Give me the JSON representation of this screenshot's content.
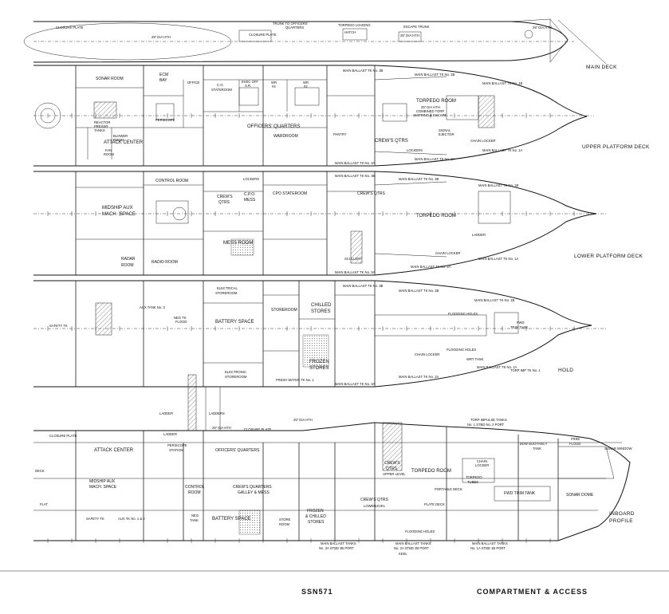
{
  "footer": {
    "hull_number": "SSN571",
    "sheet_title": "COMPARTMENT & ACCESS"
  },
  "decks": {
    "main": "MAIN DECK",
    "upper": "UPPER PLATFORM DECK",
    "lower": "LOWER PLATFORM DECK",
    "hold": "HOLD",
    "inboard": [
      "INBOARD",
      "PROFILE"
    ]
  },
  "main_deck": {
    "closure_plate": "CLOSURE PLATE",
    "closure_plate_2": "CLOSURE PLATE",
    "trunk_to_officers": [
      "TRUNK TO OFFICERS'",
      "QUARTERS"
    ],
    "hatch_25": "25\" DIA HTH",
    "torpedo_loading": [
      "TORPEDO LOADING",
      "HATCH"
    ],
    "escape_trunk": [
      "ESCAPE TRUNK",
      "25\" DIA HTH"
    ],
    "hatch_fwd": "25\" DIA HTH"
  },
  "upper_deck": {
    "sonar_room": "SONAR ROOM",
    "ecm_bay": [
      "ECM",
      "BAY"
    ],
    "office": "OFFICE",
    "co_stateroom": [
      "C.O.",
      "STATEROOM"
    ],
    "exec_off_sr": [
      "EXEC OFF",
      "S.R."
    ],
    "wr_4": [
      "WR",
      "#4"
    ],
    "wr_2": [
      "WR",
      "#2"
    ],
    "reactor_pressure": [
      "REACTOR",
      "PRESSR",
      "TANKS"
    ],
    "blower_room": [
      "BLOWER",
      "ROOM"
    ],
    "periscope": "PERISCOPE",
    "attack_center": "ATTACK CENTER",
    "fan_room": [
      "FAN",
      "ROOM"
    ],
    "officers_quarters": "OFFICERS' QUARTERS",
    "wardroom": "WARDROOM",
    "pantry": "PANTRY",
    "torpedo_room": "TORPEDO ROOM",
    "torpedo_note": [
      "25\" DIA HTH",
      "COMBINED TORP",
      "SHIPPING & ESCAPE"
    ],
    "crews_qtrs": "CREW'S QTRS",
    "lockers": "LOCKERS",
    "signal_ejector": [
      "SIGNAL",
      "EJECTOR"
    ],
    "chain_locker": "CHAIN LOCKER",
    "mbt_3b": "MAIN BALLAST TK No. 3B",
    "mbt_2b": "MAIN BALLAST TK No. 2B",
    "mbt_1b": "MAIN BALLAST TK No. 1B",
    "mbt_3a": "MAIN BALLAST TK No. 3A",
    "mbt_2a": "MAIN BALLAST TK No. 2A",
    "mbt_1a": "MAIN BALLAST TK No. 1A"
  },
  "lower_deck": {
    "control_room": "CONTROL ROOM",
    "mdship_aux": [
      "MIDSHIP AUX",
      "MACH",
      "SPACE"
    ],
    "radar_room": [
      "RADAR",
      "ROOM"
    ],
    "radio_room": "RADIO ROOM",
    "crews_qtrs": [
      "CREW'S",
      "QTRS"
    ],
    "cpo_mess": [
      "C.P.O.",
      "MESS"
    ],
    "cpo_stateroom": "CPO STATEROOM",
    "mess_room": "MESS ROOM",
    "crews_qtrs_2": "CREW'S QTRS",
    "lockers": "LOCKERS",
    "torpedo_room": "TORPEDO ROOM",
    "ladder": "LADDER",
    "chain_locker": "CHAIN LOCKER",
    "scullery": "SCULLERY",
    "mbt_3b": "MAIN BALLAST TK No. 3B",
    "mbt_2b": "MAIN BALLAST TK No. 2B",
    "mbt_1b": "MAIN BALLAST TK No. 1B",
    "mbt_3a": "MAIN BALLAST TK No. 3A",
    "mbt_2a": "MAIN BALLAST TK No. 2A",
    "mbt_1a": "MAIN BALLAST TK No. 1A"
  },
  "hold": {
    "safety_tk": "SAFETY TK",
    "aux_tank": "AUX TANK No. 3",
    "neg_tk": [
      "NEG TK",
      "FLOOD"
    ],
    "battery_space": "BATTERY SPACE",
    "elec_storeroom": [
      "ELECTRICAL",
      "STOREROOM"
    ],
    "storeroom": "STOREROOM",
    "chilled_stores": [
      "CHILLED",
      "STORES"
    ],
    "frozen_stores": [
      "FROZEN",
      "STORES"
    ],
    "electronic_storeroom": [
      "ELECTRONIC",
      "STOREROOM"
    ],
    "fresh_water": "FRESH WATER TK No. 1",
    "flooding_holes": "FLOODING HOLES",
    "chain_locker": "CHAIN LOCKER",
    "wrt_tank": "WRT TANK",
    "fwd_trim_tank": [
      "FWD",
      "TRIM TANK"
    ],
    "torp_imp_tk": "TORP IMP TK No. 1",
    "mbt_3b": "MAIN BALLAST TK No. 3B",
    "mbt_2b": "MAIN BALLAST TK No. 2B",
    "mbt_1b": "MAIN BALLAST TK No. 1B",
    "mbt_3a": "MAIN BALLAST TK No. 3A",
    "mbt_2a": "MAIN BALLAST TK No. 2A",
    "mbt_1a": "MAIN BALLAST TK No. 1A",
    "ladder": "LADDER"
  },
  "profile": {
    "closure_plate": "CLOSURE PLATE",
    "closure_plate_2": "CLOSURE PLATE",
    "hatch_a": "25\" DIA HTH",
    "hatch_b": "25\" DIA HTH",
    "attack_center": "ATTACK CENTER",
    "periscope_station": [
      "PERISCOPE",
      "STATION"
    ],
    "officers_quarters": "OFFICERS' QUARTERS",
    "mdship_aux": [
      "MIDSHIP AUX",
      "MACH. SPACE"
    ],
    "control_room": [
      "CONTROL",
      "ROOM"
    ],
    "crews_quarters": [
      "CREW'S QUARTERS",
      "GALLEY & MESS"
    ],
    "battery_space": "BATTERY SPACE",
    "storeroom": [
      "STORE",
      "ROOM"
    ],
    "frozen_chilled": [
      "FROZEN",
      "& CHILLED",
      "STORES"
    ],
    "crews_qtrs_lower": [
      "CREW'S QTRS",
      "LOWER",
      "LEVEL"
    ],
    "crews_qtrs_upper": [
      "CREW'S",
      "QTRS",
      "UPPER LEVEL"
    ],
    "torpedo_room": "TORPEDO ROOM",
    "torpedo_tubes": [
      "TORPEDO",
      "TUBES"
    ],
    "portable_deck": "PORTABLE DECK",
    "chain_locker": [
      "CHAIN",
      "LOCKER"
    ],
    "fwd_trim_tank": "FWD TRIM TANK",
    "sonar_dome": "SONAR DOME",
    "free_flood": [
      "FREE",
      "FLOOD"
    ],
    "bow_buoyancy": [
      "BOW BUOYANCY",
      "TANK"
    ],
    "sonar_window": "SONAR WINDOW",
    "torp_impulse": [
      "TORP IMPULSE TANKS",
      "No. 1 STBD  No. 2 PORT"
    ],
    "safety_tk": "SAFETY TK",
    "aux_tk": "AUX TK No. 1 & 2",
    "neg_tank": [
      "NEG",
      "TANK"
    ],
    "mbt_3": [
      "MAIN BALLAST TANKS",
      "No. 3A STBD  3B PORT"
    ],
    "mbt_2": [
      "MAIN BALLAST TANKS",
      "No. 2A STBD  2B PORT"
    ],
    "mbt_1": [
      "MAIN BALLAST TANKS",
      "No. 1A STBD  1B PORT"
    ],
    "flooding_holes": "FLOODING HOLES",
    "keel": "KEEL",
    "ladder": "LADDER",
    "ladders": "LADDERS",
    "deck": "DECK",
    "flat": "FLAT",
    "plate_deck": "PLATE DECK"
  }
}
